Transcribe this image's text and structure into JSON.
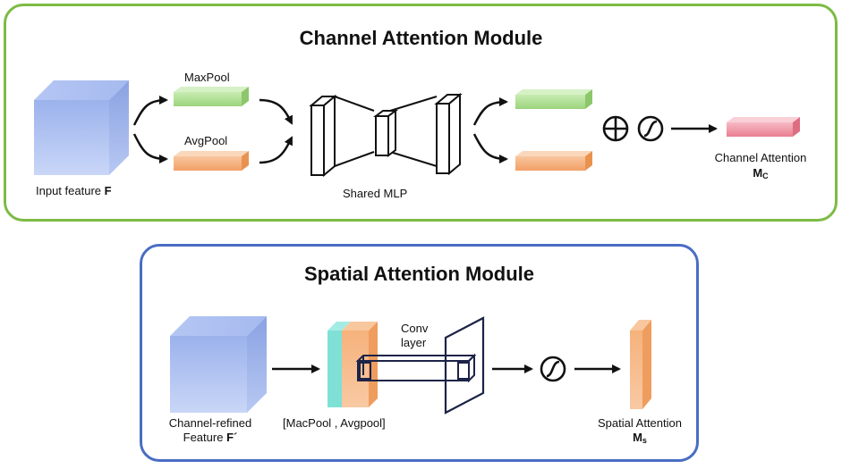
{
  "channel_module": {
    "title": "Channel Attention Module",
    "input_label": "Input feature ",
    "input_symbol": "F",
    "maxpool_label": "MaxPool",
    "avgpool_label": "AvgPool",
    "mlp_label": "Shared MLP",
    "output_label": "Channel Attention",
    "output_symbol": "M",
    "output_subscript": "C",
    "sum_symbol": "⊕",
    "border_color": "#7dbb45"
  },
  "spatial_module": {
    "title": "Spatial Attention Module",
    "input_label_line1": "Channel-refined",
    "input_label_line2": "Feature ",
    "input_symbol": "F´",
    "pool_label": "[MacPool , Avgpool]",
    "conv_label_line1": "Conv",
    "conv_label_line2": "layer",
    "output_label": "Spatial Attention",
    "output_symbol": "M",
    "output_subscript": "s",
    "border_color": "#4a6dc4"
  },
  "colors": {
    "feature_cube": "#8fa7e6",
    "maxpool": "#a9dc8c",
    "avgpool": "#f5b07a",
    "channel_attention": "#ee8f9f",
    "spatial_attention": "#f5b07a",
    "concat_cyan": "#7fe0d6"
  }
}
